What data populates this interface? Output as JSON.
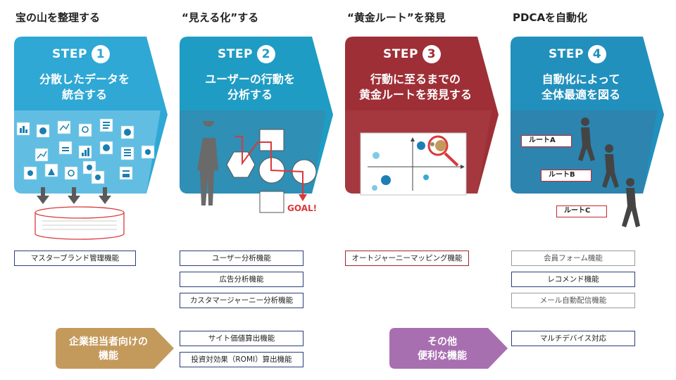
{
  "columns": [
    {
      "title": "宝の山を整理する",
      "step_word": "STEP",
      "step_num": "1",
      "desc_lines": [
        "分散したデータを",
        "統合する"
      ],
      "color": "#2fa8d5"
    },
    {
      "title": "“見える化”する",
      "step_word": "STEP",
      "step_num": "2",
      "desc_lines": [
        "ユーザーの行動を",
        "分析する"
      ],
      "color": "#1f9cc4"
    },
    {
      "title": "“黄金ルート”を発見",
      "step_word": "STEP",
      "step_num": "3",
      "desc_lines": [
        "行動に至るまでの",
        "黄金ルートを発見する"
      ],
      "color": "#9e2f36"
    },
    {
      "title": "PDCAを自動化",
      "step_word": "STEP",
      "step_num": "4",
      "desc_lines": [
        "自動化によって",
        "全体最適を図る"
      ],
      "color": "#2190bd"
    }
  ],
  "features": {
    "col1": [
      "マスターブランド管理機能"
    ],
    "col2": [
      "ユーザー分析機能",
      "広告分析機能",
      "カスタマージャーニー分析機能",
      "サイト価値算出機能",
      "投資対効果（ROMI）算出機能"
    ],
    "col3": [
      "オートジャーニーマッピング機能"
    ],
    "col4": [
      "会員フォーム機能",
      "レコメンド機能",
      "メール自動配信機能",
      "マルチデバイス対応"
    ]
  },
  "callouts": {
    "enterprise": [
      "企業担当者向けの",
      "機能"
    ],
    "other": [
      "その他",
      "便利な機能"
    ]
  },
  "diagram": {
    "goal_label": "GOAL!",
    "routes": [
      "ルートA",
      "ルートB",
      "ルートC"
    ]
  },
  "colors": {
    "accent_red": "#d8393c",
    "navy": "#2a3e7a",
    "enterprise_gold": "#c49a5c",
    "other_purple": "#a86fb0"
  }
}
